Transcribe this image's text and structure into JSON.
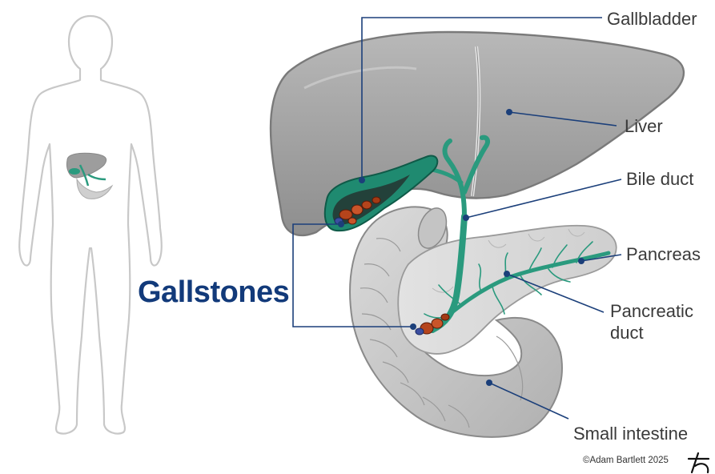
{
  "title": "Gallstones",
  "labels": {
    "gallbladder": "Gallbladder",
    "liver": "Liver",
    "bile_duct": "Bile duct",
    "pancreas": "Pancreas",
    "pancreatic_duct_line1": "Pancreatic",
    "pancreatic_duct_line2": "duct",
    "small_intestine": "Small intestine"
  },
  "credit": "©Adam Bartlett 2025",
  "colors": {
    "leader": "#1b3f7a",
    "title": "#123a7a",
    "organ_gray": "#a9a9a9",
    "duct_green": "#2a9a7e",
    "stone_red": "#b5441c"
  }
}
